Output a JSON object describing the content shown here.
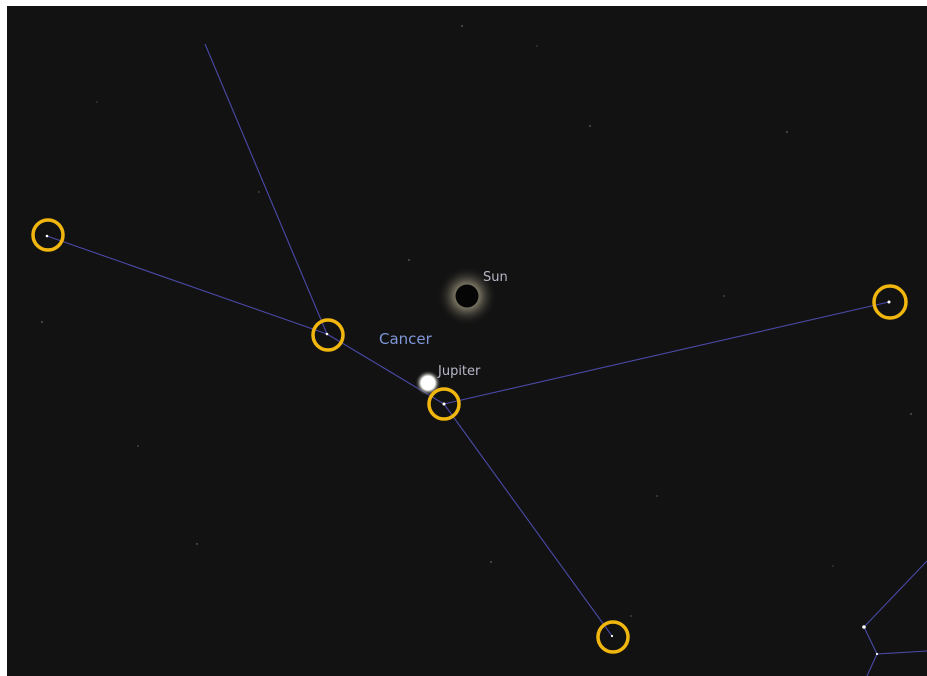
{
  "view": {
    "type": "planetarium-sky-view",
    "background_color": "#121212",
    "constellation_line_color": "#4a4aa8",
    "highlight_ring_color": "#f2b70f"
  },
  "labels": {
    "constellation": "Cancer",
    "sun": "Sun",
    "jupiter": "Jupiter"
  },
  "colors": {
    "constellation_label": "#7f97d8",
    "planet_label": "#b7b7c8",
    "jupiter_disc": "#ffffff",
    "sun_disc": "#050505",
    "corona": "#d8d0b0"
  },
  "highlighted_stars_count": 5
}
